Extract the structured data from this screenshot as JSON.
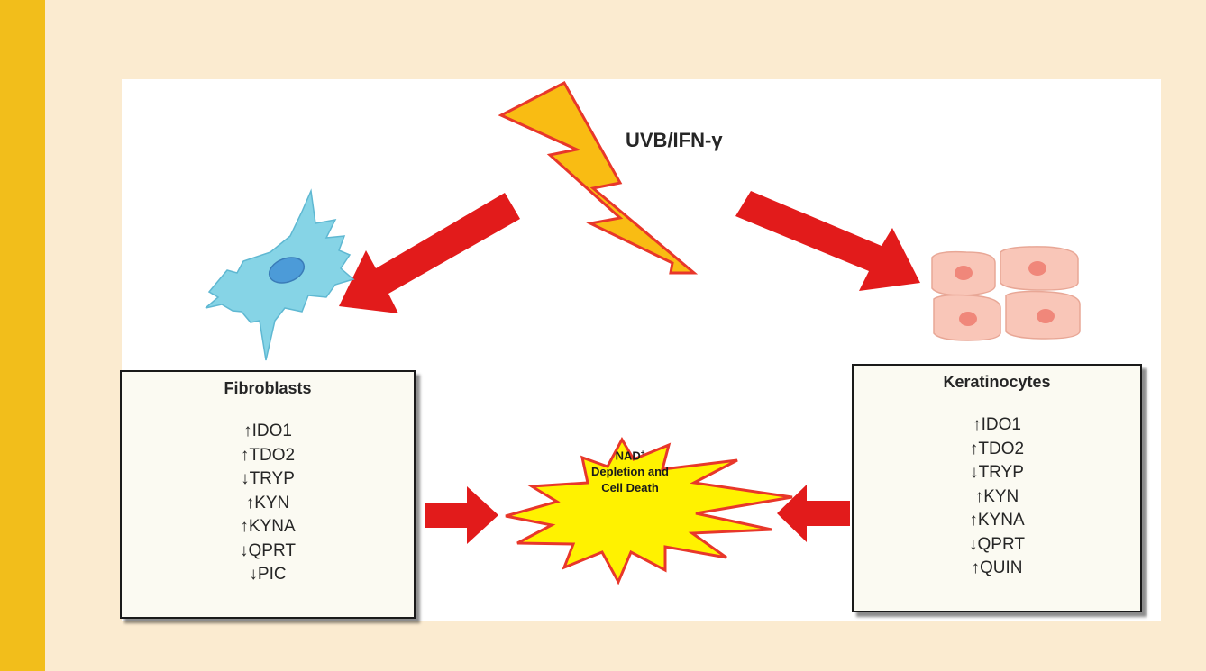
{
  "colors": {
    "page_background": "#FBEBD0",
    "side_accent": "#F2BE1B",
    "panel": "#FFFFFF",
    "arrow": "#E21B1B",
    "lightning_fill": "#F9BC13",
    "burst_fill": "#FFF200",
    "fibroblast_cell": "#7ED3E6",
    "keratinocyte_cell": "#F9C8BA"
  },
  "icons": {
    "lightning": "lightning-bolt-icon",
    "fibroblast": "fibroblast-cell-icon",
    "keratinocytes": "keratinocyte-cells-icon",
    "burst": "starburst-icon"
  },
  "stimulus": {
    "label": "UVB/IFN-γ"
  },
  "fibroblasts": {
    "title": "Fibroblasts",
    "items": [
      "↑IDO1",
      "↑TDO2",
      "↓TRYP",
      "↑KYN",
      "↑KYNA",
      "↓QPRT",
      "↓PIC"
    ]
  },
  "keratinocytes": {
    "title": "Keratinocytes",
    "items": [
      "↑IDO1",
      "↑TDO2",
      "↓TRYP",
      "↑KYN",
      "↑KYNA",
      "↓QPRT",
      "↑QUIN"
    ]
  },
  "outcome": {
    "line1": "NAD",
    "superscript": "+",
    "line2": "Depletion and",
    "line3": "Cell Death"
  }
}
